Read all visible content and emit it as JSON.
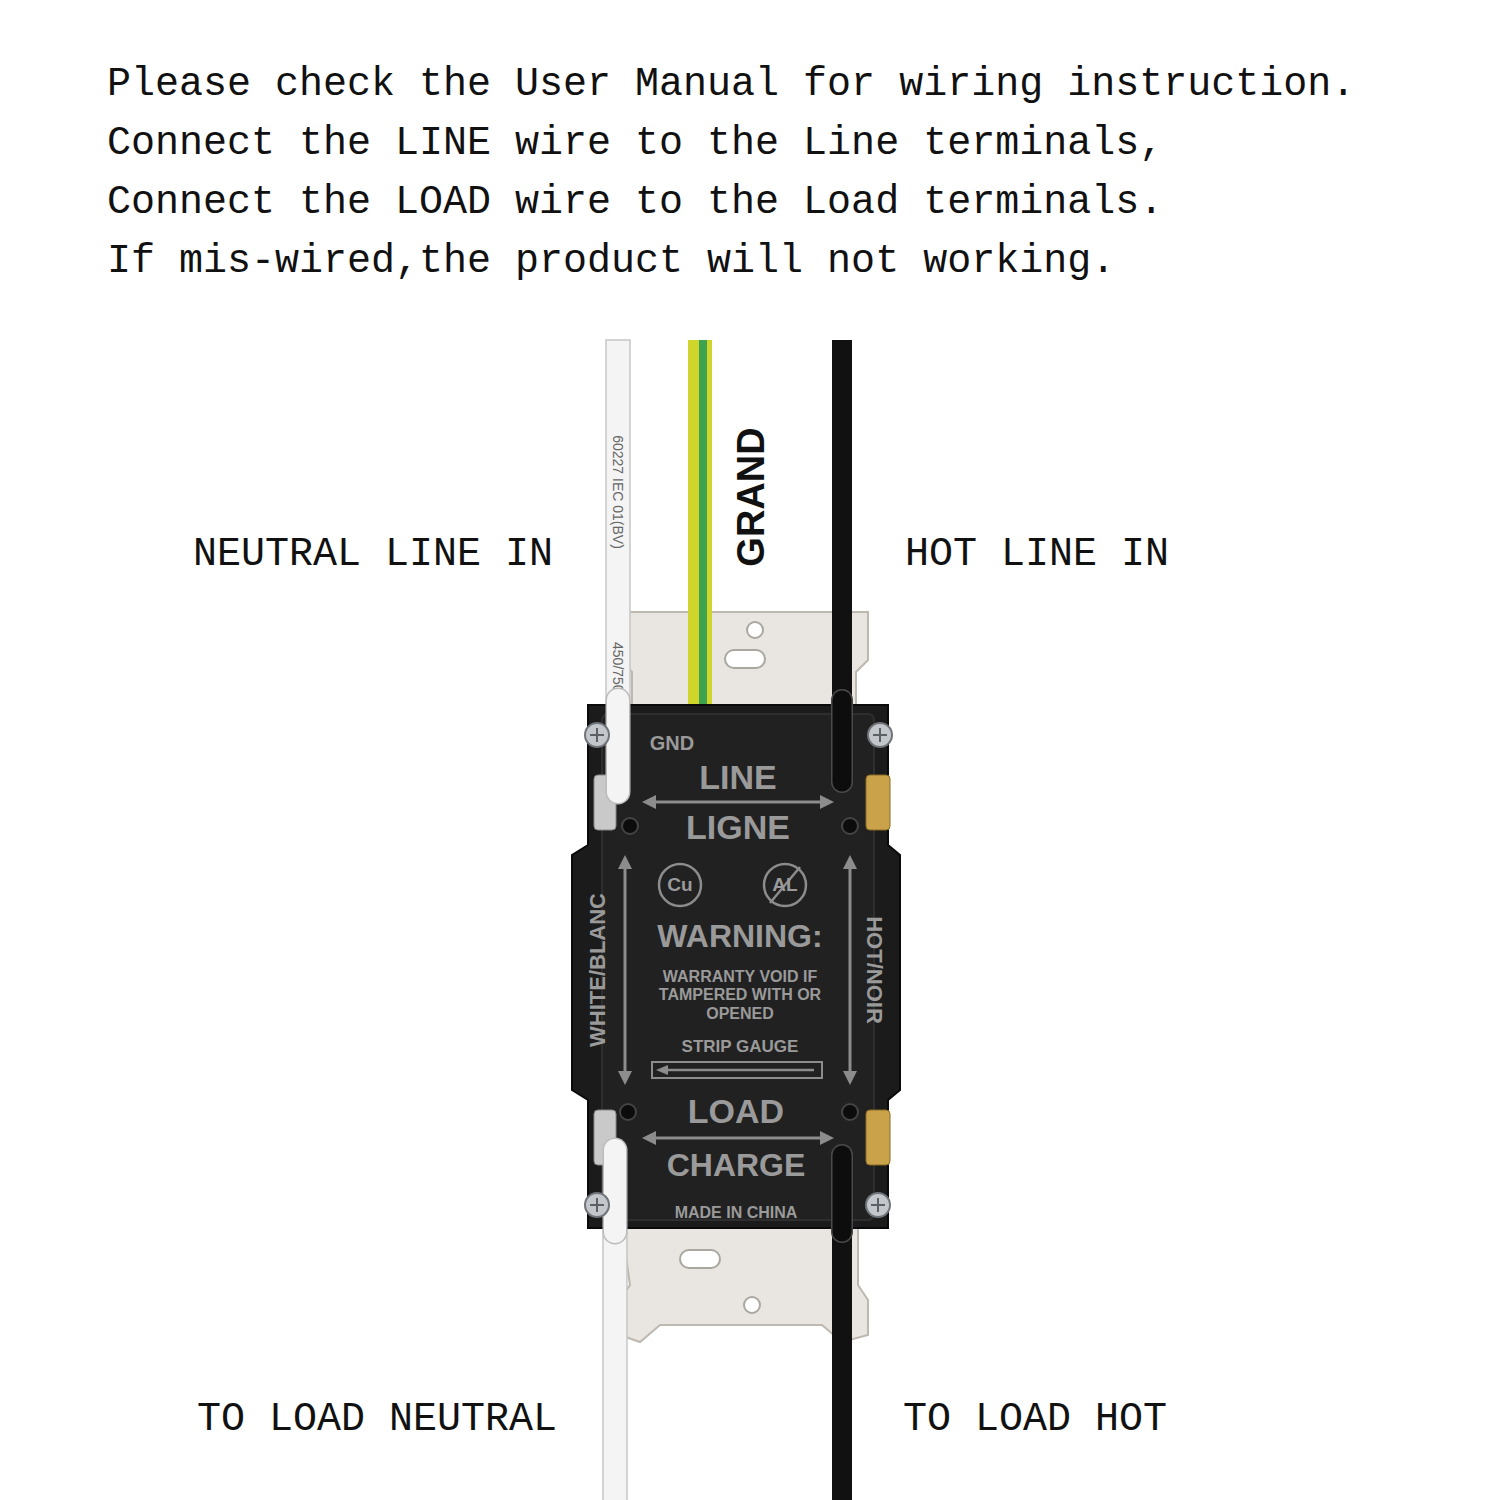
{
  "diagram": {
    "nodes": [
      {
        "text": [
          "GND",
          "LINE",
          "LIGNE",
          "Cu",
          "AL",
          "WHITE/BLANC",
          "HOT/NOIR",
          "WARNING:",
          "WARRANTY VOID IF TAMPERED WITH OR OPENED",
          "STRIP GAUGE",
          "LOAD",
          "CHARGE",
          "MADE IN CHINA"
        ]
      }
    ],
    "labels": [
      "Please check the User Manual for wiring instruction.",
      "Connect the LINE wire to the Line terminals,",
      "Connect the LOAD wire to the Load terminals.",
      "If mis-wired,the product will not working.",
      "NEUTRAL LINE IN",
      "60227 IEC 01(BV)",
      "450/750V",
      "GRAND",
      "HOT LINE IN",
      "TO LOAD NEUTRAL",
      "TO LOAD HOT"
    ]
  }
}
